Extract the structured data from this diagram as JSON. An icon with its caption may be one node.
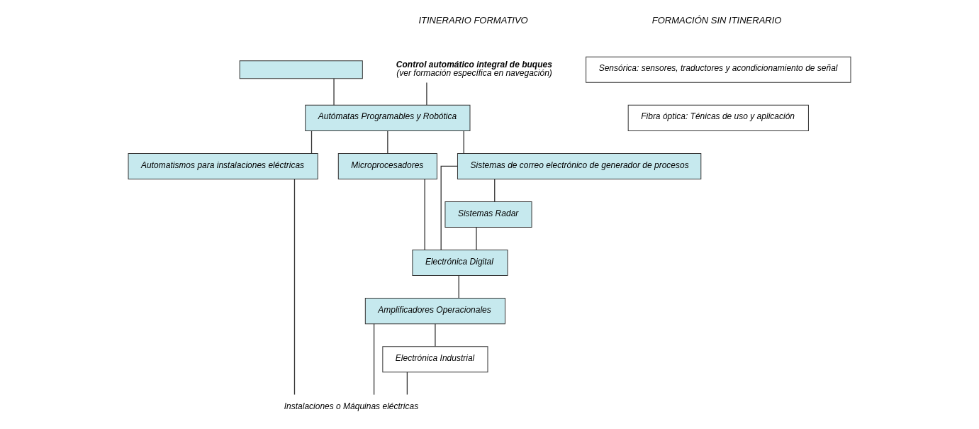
{
  "diagram": {
    "nodes": [
      {
        "text": [
          "Control automático integral de buques",
          "(ver formación específica en navegación)"
        ]
      },
      {
        "text": [],
        "shape": "box"
      },
      {
        "text": [
          "Autómatas Programables y Robótica"
        ]
      },
      {
        "text": [
          "Automatismos para instalaciones eléctricas"
        ]
      },
      {
        "text": [
          "Microprocesadores"
        ]
      },
      {
        "text": [
          "Sistemas de correo electrónico de generador de procesos"
        ]
      },
      {
        "text": [
          "Sistemas Radar"
        ]
      },
      {
        "text": [
          "Electrónica Digital"
        ]
      },
      {
        "text": [
          "Amplificadores Operacionales"
        ]
      },
      {
        "text": [
          "Instalaciones o Máquinas eléctricas"
        ]
      },
      {
        "text": [
          "Electrónica Industrial"
        ]
      },
      {
        "text": [
          "Sensórica: sensores, traductores y acondicionamiento de señal"
        ]
      },
      {
        "text": [
          "Fibra óptica: Ténicas de uso y aplicación"
        ]
      }
    ],
    "edges": [
      {
        "from": 0,
        "to": 2,
        "arrow": "none"
      },
      {
        "from": 1,
        "to": 2,
        "arrow": "none"
      },
      {
        "from": 2,
        "to": 3,
        "arrow": "none"
      },
      {
        "from": 2,
        "to": 4,
        "arrow": "none"
      },
      {
        "from": 2,
        "to": 5,
        "arrow": "none"
      },
      {
        "from": 5,
        "to": 6,
        "arrow": "none"
      },
      {
        "from": 4,
        "to": 7,
        "arrow": "none"
      },
      {
        "from": 5,
        "to": 7,
        "arrow": "none"
      },
      {
        "from": 6,
        "to": 7,
        "arrow": "none"
      },
      {
        "from": 7,
        "to": 8,
        "arrow": "none"
      },
      {
        "from": 3,
        "to": 9,
        "arrow": "none"
      },
      {
        "from": 8,
        "to": 9,
        "arrow": "none"
      },
      {
        "from": 8,
        "to": 10,
        "arrow": "none"
      },
      {
        "from": 10,
        "to": 9,
        "arrow": "none"
      }
    ],
    "labels": [
      "ITINERARIO FORMATIVO",
      "FORMACIÓN SIN ITINERARIO"
    ]
  }
}
